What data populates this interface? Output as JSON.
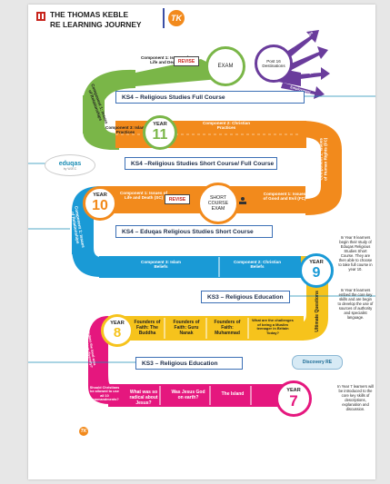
{
  "header": {
    "title_line1": "THE THOMAS KEBLE",
    "title_line2": "RE LEARNING JOURNEY",
    "logo_text": "TK"
  },
  "row1": {
    "comp1": "Component 1: Issues of Life and Death",
    "comp1b": "Component 1: Issues of Relationships",
    "revise": "REVISE",
    "exam": "EXAM",
    "post16": "Post 16 Destinations",
    "arrows": [
      "Apprenticeships",
      "University",
      "College",
      "Employment"
    ]
  },
  "banners": {
    "ks4_full": "KS4 – Religious Studies Full Course",
    "ks4_short_full": "KS4 –Religious Studies Short Course/ Full Course",
    "ks4_eduqas": "KS4 – Eduqas Religious Studies Short Course",
    "ks3_1": "KS3 – Religious Education",
    "ks3_2": "KS3 – Religious Education"
  },
  "row2": {
    "comp3": "Component 3: Islam Practices",
    "comp2": "Component 2: Christian Practices",
    "comp1_right": "Component 1: Issues of Human Rights (FC)",
    "year_label": "YEAR",
    "year_num": "11"
  },
  "row3": {
    "year_label": "YEAR",
    "year_num": "10",
    "comp1_left": "Component 1: Issues of Life and Death (SC)",
    "revise": "REVISE",
    "exam": "SHORT COURSE EXAM",
    "comp1_right": "Component 1: Issues of Good and Evil (FC)",
    "comp1_rel": "Component 1: Issues of Relationships"
  },
  "logos": {
    "eduqas": "eduqas",
    "eduqas_sub": "by WJEC",
    "other": "Discovery RE"
  },
  "row4": {
    "comp3": "Component 3: Islam Beliefs",
    "comp2": "Component 2: Christian Beliefs",
    "year_label": "YEAR",
    "year_num": "9"
  },
  "row5": {
    "year_label": "YEAR",
    "year_num": "8",
    "boxes": [
      "Founders of Faith: The Buddha",
      "Founders of Faith: Guru Nanak",
      "Founders of Faith: Muhammad",
      "What are the challenges of being a Muslim teenager in Britain Today?"
    ],
    "ultimate": "Ultimate Questions"
  },
  "row6": {
    "left_top": "How does the local area reflect religious diversity?",
    "left_bottom": "Should Christians be allowed to use all 10 commandments?",
    "boxes": [
      "What was so radical about Jesus?",
      "Was Jesus God on earth?",
      "The Island"
    ],
    "year_label": "YEAR",
    "year_num": "7"
  },
  "side_notes": {
    "year11": "In Year 9 learners begin their study of Eduqas Religious Studies Short Course. They are then able to choose to take full course in year 10.",
    "year8": "In Year 8 learners embed the core key skills and are begin to develop the use of sources of authority and specialist language.",
    "year7": "In Year 7 learners will be introduced to the core key skills of descriptions, explanation and discussion."
  },
  "colors": {
    "green": "#7ab648",
    "orange": "#f28a1c",
    "blue": "#1a9ad6",
    "yellow": "#f6c31c",
    "pink": "#e5177e",
    "purple": "#6a3c9c",
    "teal": "#1a8cb4"
  }
}
